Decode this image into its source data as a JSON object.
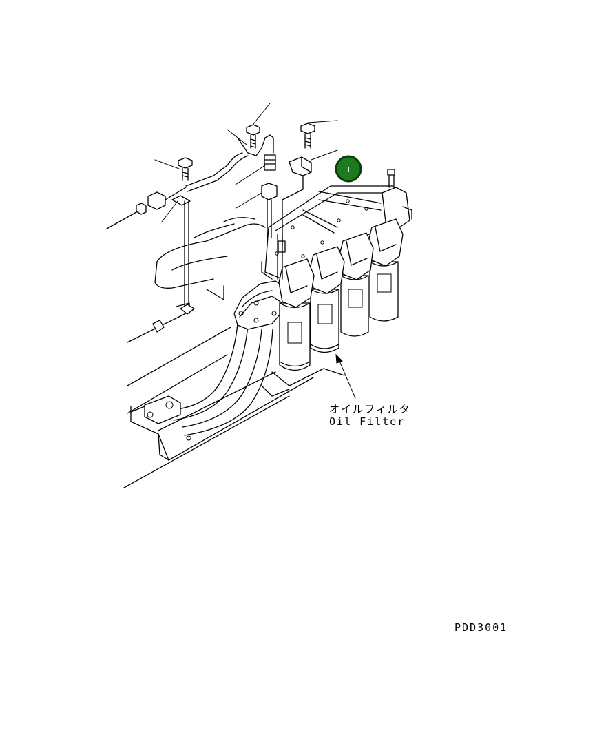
{
  "callout": {
    "badge_number": "3",
    "badge_fill": "#1f7a1f",
    "badge_ring": "#0a3d0a",
    "label_jp": "オイルフィルタ",
    "label_en": "Oil Filter"
  },
  "drawing_code": "PDD3001"
}
